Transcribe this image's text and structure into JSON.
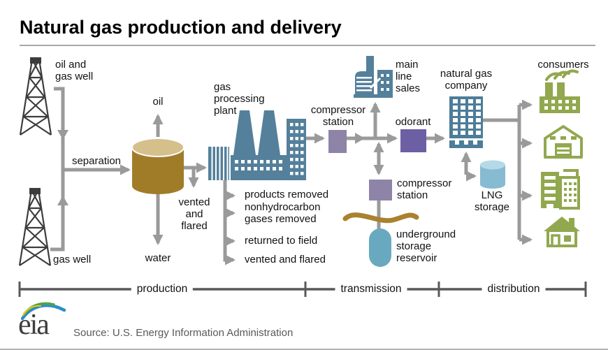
{
  "title": "Natural gas production and delivery",
  "source": "Source: U.S. Energy Information Administration",
  "logo_text": "eia",
  "stages": {
    "production": "production",
    "transmission": "transmission",
    "distribution": "distribution"
  },
  "nodes": {
    "oil_and_gas_well": "oil and\ngas well",
    "gas_well": "gas well",
    "separation": "separation",
    "oil": "oil",
    "water": "water",
    "vented_and_flared": "vented\nand\nflared",
    "gas_processing_plant": "gas\nprocessing\nplant",
    "processing_outputs": [
      "products removed",
      "nonhydrocarbon\ngases removed",
      "returned to field",
      "vented and flared"
    ],
    "compressor_station_1": "compressor\nstation",
    "main_line_sales": "main\nline\nsales",
    "odorant": "odorant",
    "compressor_station_2": "compressor\nstation",
    "underground_storage_reservoir": "underground\nstorage\nreservoir",
    "natural_gas_company": "natural gas\ncompany",
    "lng_storage": "LNG\nstorage",
    "consumers": "consumers"
  },
  "colors": {
    "steel_blue": "#54809b",
    "company_blue": "#4d7d99",
    "purple_light": "#8d84a7",
    "purple_dark": "#6d5fa4",
    "olive_green": "#91a84e",
    "separator_brown": "#a17c28",
    "separator_top_tan": "#d5c08b",
    "ground_brown": "#aa812e",
    "reservoir_teal": "#69a9bf",
    "lng_blue": "#86bbd2",
    "pipe_gray": "#9a9a9a",
    "axis_gray": "#58595b",
    "eia_blue": "#2b8dcb",
    "eia_green": "#51a245",
    "eia_yellow": "#ecc714"
  }
}
